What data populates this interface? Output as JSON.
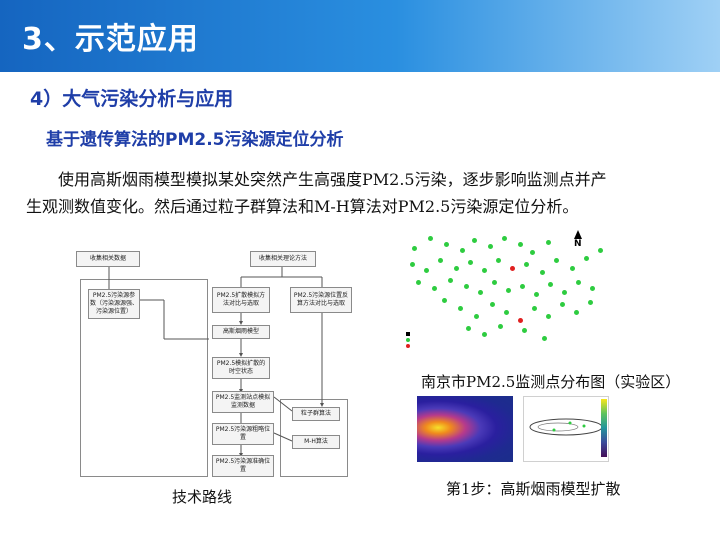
{
  "header": {
    "title": "3、示范应用"
  },
  "section": {
    "subtitle": "4）大气污染分析与应用",
    "topic": "基于遗传算法的PM2.5污染源定位分析",
    "paragraph_line1": "使用高斯烟雨模型模拟某处突然产生高强度PM2.5污染，逐步影响监测点并产",
    "paragraph_line2": "生观测数值变化。然后通过粒子群算法和M-H算法对PM2.5污染源定位分析。"
  },
  "flowchart": {
    "caption": "技术路线",
    "nodes": {
      "collect_data": "收集相关数据",
      "collect_theory": "收集相关理论方法",
      "params": "PM2.5污染源参数（污染源源强、污染源位置）",
      "diffusion_compare": "PM2.5扩散模拟方法对比与选取",
      "inverse_compare": "PM2.5污染源位置反算方法对比与选取",
      "gauss_model": "高斯烟雨模型",
      "spatiotemporal": "PM2.5模拟扩散的时空状态",
      "monitor": "PM2.5监测站点模拟监测数据",
      "pso": "粒子群算法",
      "rough": "PM2.5污染源粗略位置",
      "mh": "M-H算法",
      "precise": "PM2.5污染源准确位置"
    }
  },
  "map": {
    "caption": "南京市PM2.5监测点分布图（实验区）",
    "north": "N"
  },
  "step": {
    "caption": "第1步：高斯烟雨模型扩散"
  },
  "colors": {
    "header_start": "#1565c0",
    "heading_blue": "#1f3ea8",
    "station_green": "#2ecc40",
    "station_red": "#e02020"
  }
}
